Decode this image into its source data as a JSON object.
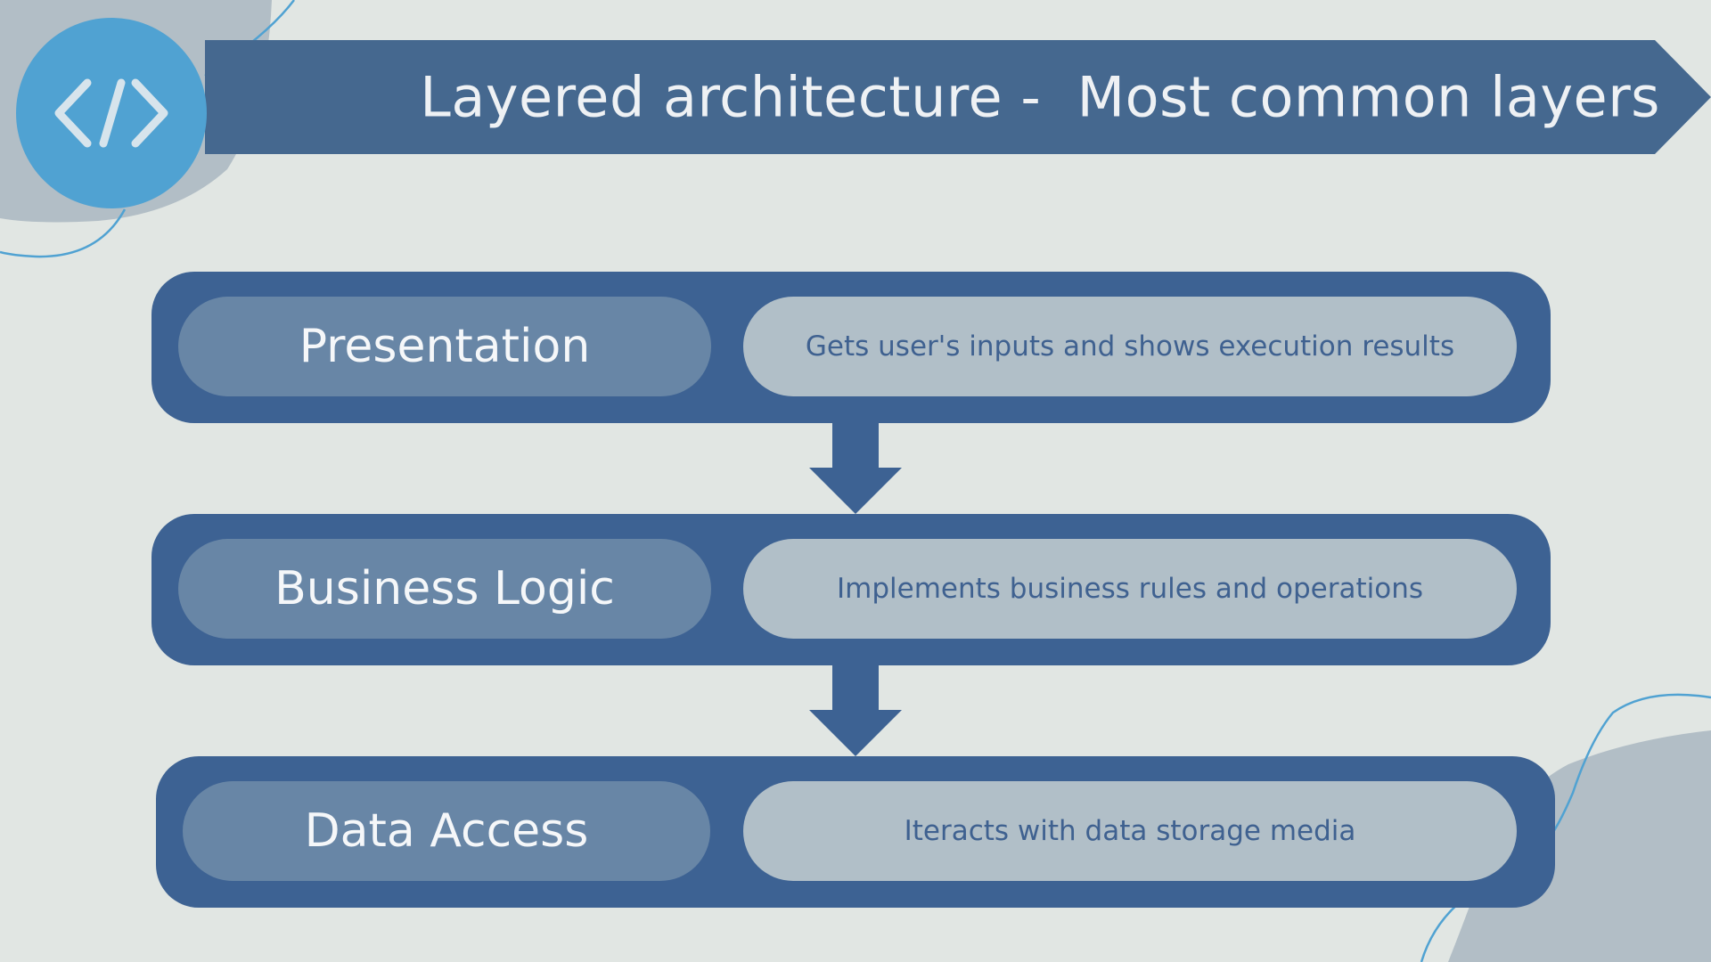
{
  "title": "Layered architecture -  Most common layers",
  "logo": {
    "icon": "code-brackets-icon",
    "color": "#50a2d2"
  },
  "colors": {
    "background": "#e1e6e3",
    "banner": "#45688f",
    "layer_container": "#3d6293",
    "layer_name_bg": "#6886a6",
    "layer_desc_bg": "#b1bfc8",
    "accent": "#50a2d2"
  },
  "layers": [
    {
      "name": "Presentation",
      "description": "Gets user's inputs and shows execution results"
    },
    {
      "name": "Business Logic",
      "description": "Implements business rules and operations"
    },
    {
      "name": "Data Access",
      "description": "Iteracts with data storage media"
    }
  ]
}
